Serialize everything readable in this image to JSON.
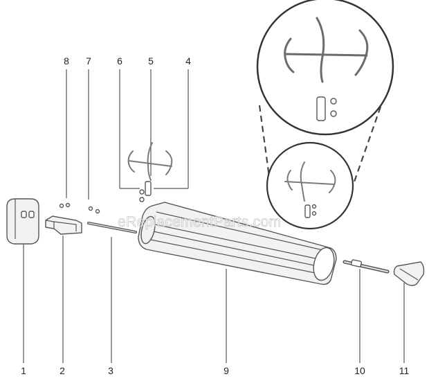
{
  "diagram": {
    "watermark": "eReplacementParts.com",
    "callouts": [
      {
        "id": "p1",
        "label": "1"
      },
      {
        "id": "p2",
        "label": "2"
      },
      {
        "id": "p3",
        "label": "3"
      },
      {
        "id": "p9",
        "label": "9"
      },
      {
        "id": "p10",
        "label": "10"
      },
      {
        "id": "p11",
        "label": "11"
      },
      {
        "id": "p8",
        "label": "8"
      },
      {
        "id": "p7",
        "label": "7"
      },
      {
        "id": "p6",
        "label": "6"
      },
      {
        "id": "p5",
        "label": "5"
      },
      {
        "id": "p4",
        "label": "4"
      }
    ]
  }
}
